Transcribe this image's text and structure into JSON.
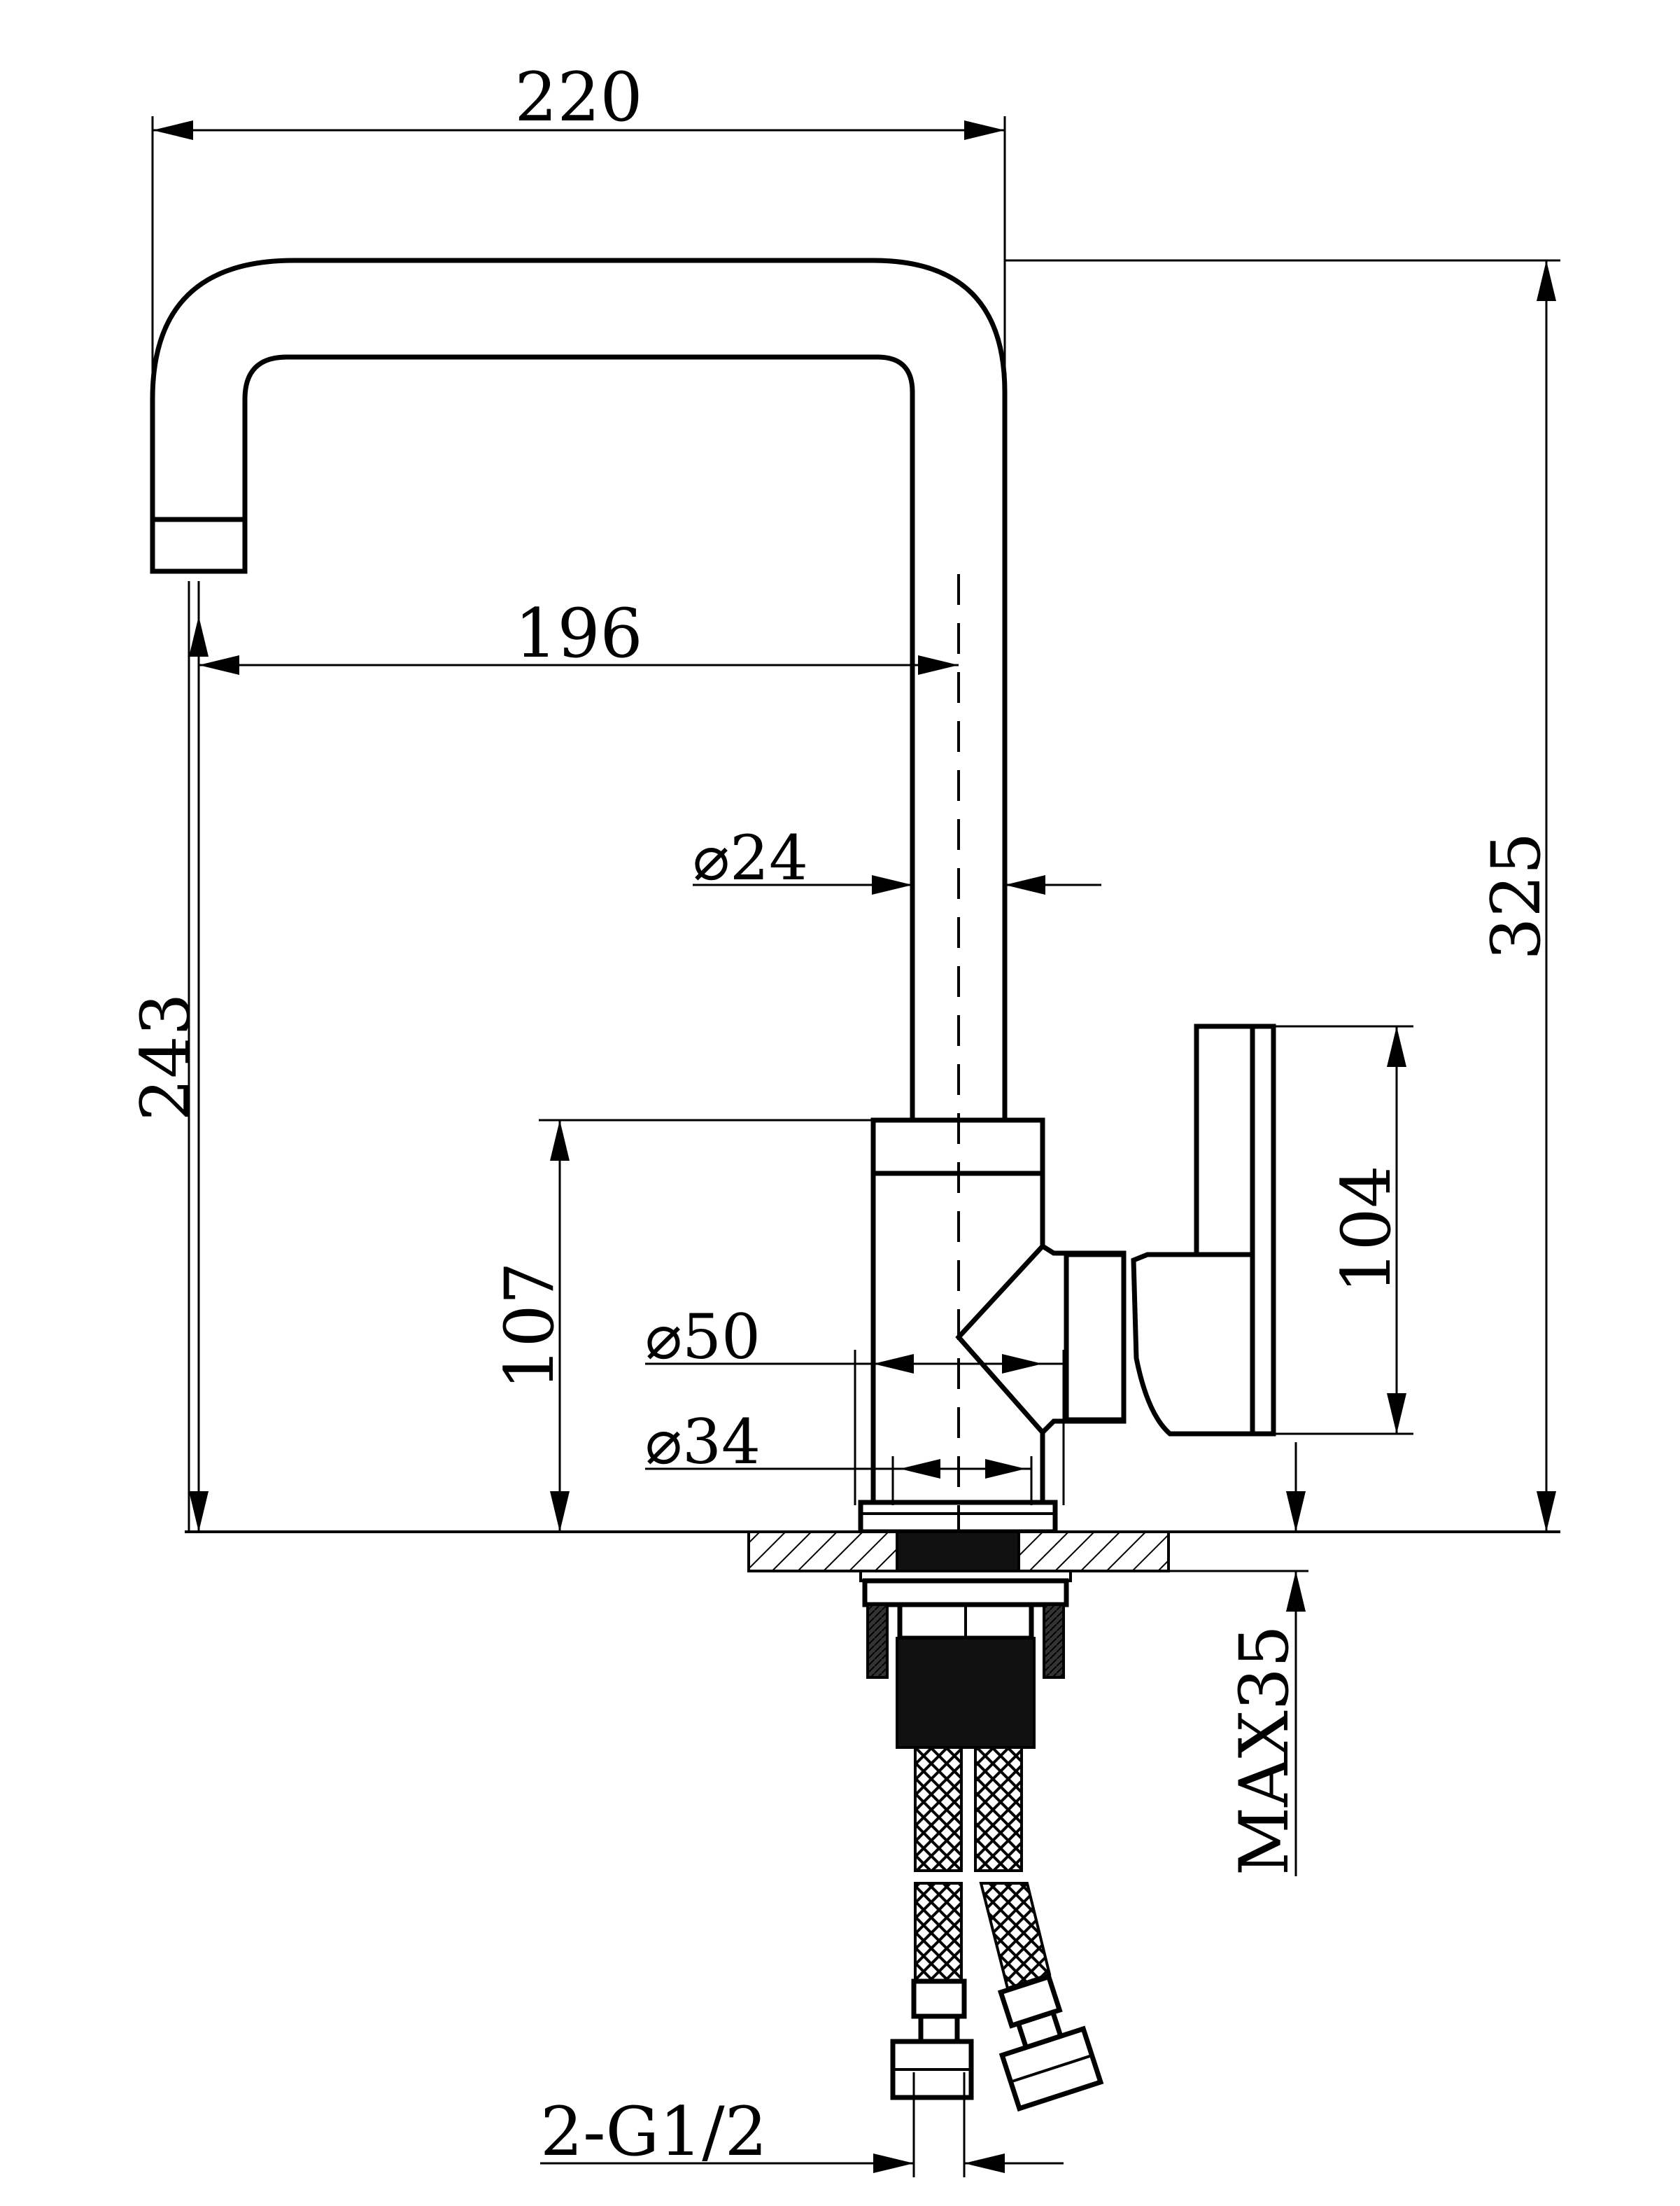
{
  "dimensions": {
    "spout_reach_total": "220",
    "spout_reach": "196",
    "body_diameter": "⌀24",
    "height_total": "325",
    "spout_height": "243",
    "handle_height": "104",
    "base_height": "107",
    "base_outer_diameter": "⌀50",
    "base_inner_diameter": "⌀34",
    "max_counter_thickness": "MAX35",
    "hose_connection": "2-G1/2"
  }
}
